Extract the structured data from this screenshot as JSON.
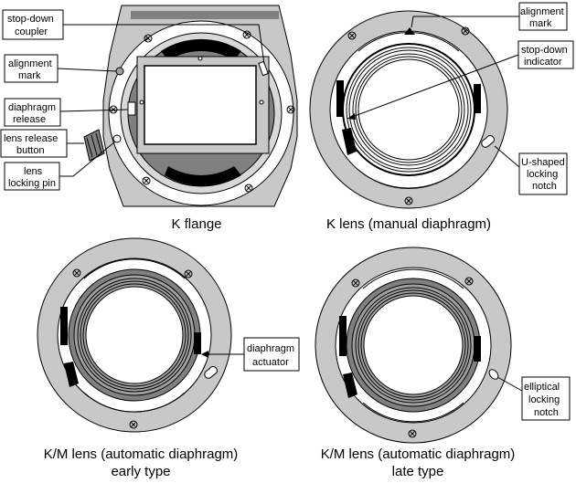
{
  "panels": {
    "k_flange": {
      "caption": "K flange",
      "labels": {
        "stop_down_coupler": [
          "stop-down",
          "coupler"
        ],
        "alignment_mark": [
          "alignment",
          "mark"
        ],
        "diaphragm_release": [
          "diaphragm",
          "release"
        ],
        "lens_release_button": [
          "lens release",
          "button"
        ],
        "lens_locking_pin": [
          "lens",
          "locking pin"
        ]
      }
    },
    "k_lens_manual": {
      "caption": "K lens (manual diaphragm)",
      "labels": {
        "alignment_mark": [
          "alignment",
          "mark"
        ],
        "stop_down_indicator": [
          "stop-down",
          "indicator"
        ],
        "u_shaped_locking_notch": [
          "U-shaped",
          "locking",
          "notch"
        ]
      }
    },
    "km_lens_early": {
      "caption_lines": [
        "K/M lens (automatic diaphragm)",
        "early type"
      ],
      "labels": {
        "diaphragm_actuator": [
          "diaphragm",
          "actuator"
        ]
      }
    },
    "km_lens_late": {
      "caption_lines": [
        "K/M lens (automatic diaphragm)",
        "late type"
      ],
      "labels": {
        "elliptical_locking_notch": [
          "elliptical",
          "locking",
          "notch"
        ]
      }
    }
  },
  "colors": {
    "body_gray": "#c8c8c8",
    "dark_gray": "#808080",
    "black": "#000000",
    "white": "#ffffff"
  }
}
